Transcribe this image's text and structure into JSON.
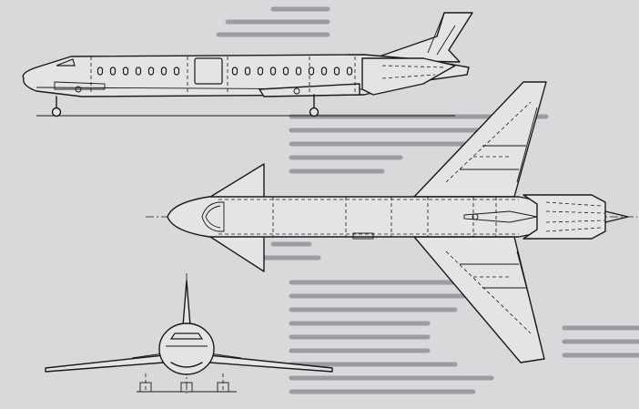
{
  "image": {
    "caption": "",
    "views": [
      "side-view",
      "top-view",
      "front-view"
    ]
  },
  "colors": {
    "paper": "#d9d9dc",
    "ink": "#1a1a1a",
    "bleed_through_text": "#9c9ca2"
  }
}
